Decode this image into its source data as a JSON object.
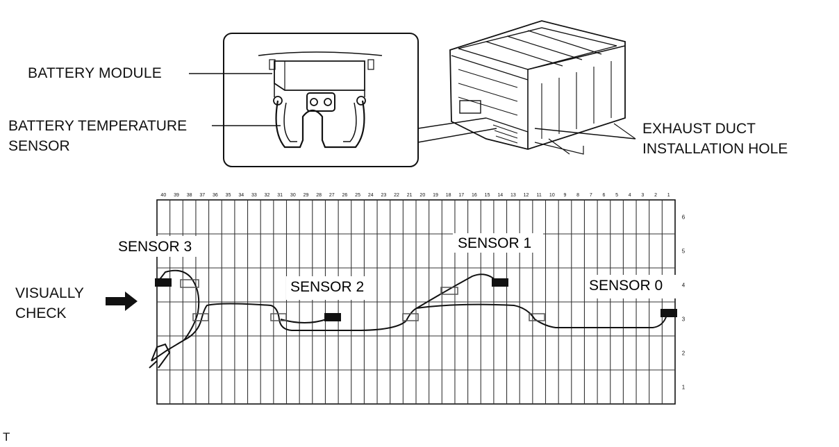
{
  "labels": {
    "battery_module": "BATTERY MODULE",
    "temp_sensor_line1": "BATTERY TEMPERATURE",
    "temp_sensor_line2": "SENSOR",
    "exhaust_line1": "EXHAUST DUCT",
    "exhaust_line2": "INSTALLATION HOLE",
    "visually_line1": "VISUALLY",
    "visually_line2": "CHECK",
    "corner_mark": "T"
  },
  "grid": {
    "columns": [
      "40",
      "39",
      "38",
      "37",
      "36",
      "35",
      "34",
      "33",
      "32",
      "31",
      "30",
      "29",
      "28",
      "27",
      "26",
      "25",
      "24",
      "23",
      "22",
      "21",
      "20",
      "19",
      "18",
      "17",
      "16",
      "15",
      "14",
      "13",
      "12",
      "11",
      "10",
      "9",
      "8",
      "7",
      "6",
      "5",
      "4",
      "3",
      "2",
      "1"
    ],
    "rows": [
      "6",
      "5",
      "4",
      "3",
      "2",
      "1"
    ]
  },
  "sensors": [
    {
      "id": "sensor-3",
      "label": "SENSOR 3"
    },
    {
      "id": "sensor-2",
      "label": "SENSOR 2"
    },
    {
      "id": "sensor-1",
      "label": "SENSOR 1"
    },
    {
      "id": "sensor-0",
      "label": "SENSOR 0"
    }
  ]
}
